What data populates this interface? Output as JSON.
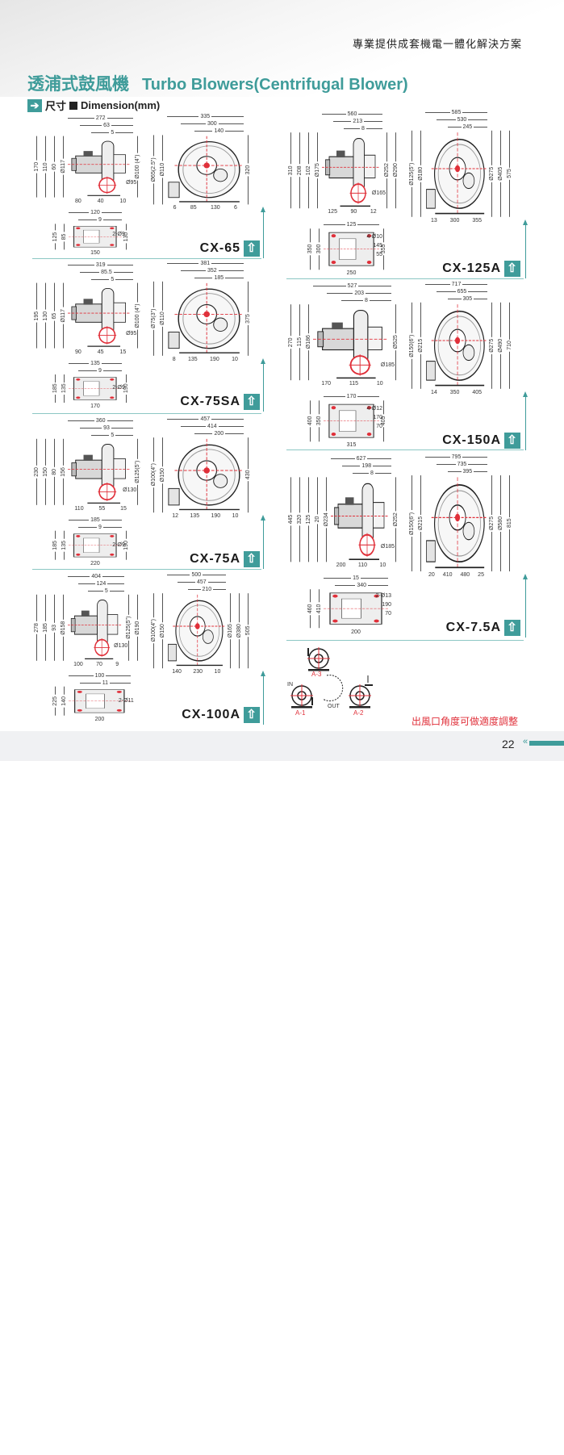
{
  "header": {
    "tagline": "專業提供成套機電一體化解決方案",
    "title_zh": "透浦式鼓風機",
    "title_en": "Turbo Blowers(Centrifugal Blower)",
    "section_zh": "尺寸",
    "section_en": "Dimension(mm)",
    "section_icon": "arrow-right-icon"
  },
  "colors": {
    "accent": "#3f9c9a",
    "marker": "#e0303a"
  },
  "models": [
    {
      "name": "CX-65",
      "side": {
        "top": [
          "272",
          "63",
          "5"
        ],
        "left": [
          "170",
          "110",
          "60",
          "Ø117"
        ],
        "right": [
          "Ø100 (4\")"
        ],
        "bottom": [
          "80",
          "40",
          "10"
        ],
        "callout": [
          "Ø95"
        ]
      },
      "front": {
        "top": [
          "335",
          "300",
          "140"
        ],
        "left": [
          "Ø65(2.5\")",
          "Ø110"
        ],
        "right": [
          "320"
        ],
        "bottom": [
          "6",
          "85",
          "130",
          "6"
        ],
        "callout": []
      },
      "base": {
        "top": [
          "120",
          "9"
        ],
        "left": [
          "125",
          "85"
        ],
        "right": [
          "130"
        ],
        "bottom": [
          "150"
        ],
        "callout": [
          "2-Ø9"
        ]
      }
    },
    {
      "name": "CX-75SA",
      "side": {
        "top": [
          "319",
          "85.5",
          "5"
        ],
        "left": [
          "195",
          "130",
          "65",
          "Ø117"
        ],
        "right": [
          "Ø100 (4\")"
        ],
        "bottom": [
          "90",
          "45",
          "15"
        ],
        "callout": [
          "Ø95"
        ]
      },
      "front": {
        "top": [
          "381",
          "352",
          "185"
        ],
        "left": [
          "Ø75(3\")",
          "Ø110"
        ],
        "right": [
          "375"
        ],
        "bottom": [
          "8",
          "135",
          "190",
          "10"
        ],
        "callout": []
      },
      "base": {
        "top": [
          "135",
          "9"
        ],
        "left": [
          "185",
          "135"
        ],
        "right": [
          "190"
        ],
        "bottom": [
          "170"
        ],
        "callout": [
          "2-Ø9"
        ]
      }
    },
    {
      "name": "CX-75A",
      "side": {
        "top": [
          "360",
          "93",
          "5"
        ],
        "left": [
          "230",
          "150",
          "80",
          "156"
        ],
        "right": [
          "Ø125(5\")"
        ],
        "bottom": [
          "110",
          "55",
          "15"
        ],
        "callout": [
          "Ø130"
        ]
      },
      "front": {
        "top": [
          "457",
          "414",
          "200"
        ],
        "left": [
          "Ø100(4\")",
          "Ø150"
        ],
        "right": [
          "430"
        ],
        "bottom": [
          "12",
          "135",
          "190",
          "10"
        ],
        "callout": []
      },
      "base": {
        "top": [
          "185",
          "9"
        ],
        "left": [
          "185",
          "135"
        ],
        "right": [
          "190"
        ],
        "bottom": [
          "220"
        ],
        "callout": [
          "2-Ø9"
        ]
      }
    },
    {
      "name": "CX-100A",
      "side": {
        "top": [
          "404",
          "124",
          "5"
        ],
        "left": [
          "278",
          "185",
          "93",
          "Ø158"
        ],
        "right": [
          "Ø125(5\")",
          "Ø190"
        ],
        "bottom": [
          "100",
          "70",
          "9"
        ],
        "callout": [
          "Ø130"
        ]
      },
      "front": {
        "top": [
          "500",
          "457",
          "210"
        ],
        "left": [
          "Ø100(4\")",
          "Ø150"
        ],
        "right": [
          "Ø165",
          "Ø380",
          "505"
        ],
        "bottom": [
          "140",
          "230",
          "10"
        ],
        "callout": []
      },
      "base": {
        "top": [
          "100",
          "11"
        ],
        "left": [
          "225",
          "140"
        ],
        "right": [],
        "bottom": [
          "200"
        ],
        "callout": [
          "2-Ø11"
        ]
      }
    },
    {
      "name": "CX-125A",
      "side": {
        "top": [
          "560",
          "213",
          "8"
        ],
        "left": [
          "310",
          "208",
          "102",
          "Ø175"
        ],
        "right": [
          "Ø252",
          "Ø290"
        ],
        "bottom": [
          "125",
          "90",
          "12"
        ],
        "callout": [
          "Ø165"
        ]
      },
      "front": {
        "top": [
          "585",
          "530",
          "245"
        ],
        "left": [
          "Ø125(5\")",
          "Ø180"
        ],
        "right": [
          "Ø275",
          "Ø405",
          "575"
        ],
        "bottom": [
          "13",
          "300",
          "355"
        ],
        "callout": []
      },
      "base": {
        "top": [
          "125"
        ],
        "left": [
          "350",
          "300"
        ],
        "right": [
          "355"
        ],
        "bottom": [
          "250"
        ],
        "callout": [
          "4-Ø10",
          "145",
          "55"
        ]
      }
    },
    {
      "name": "CX-150A",
      "side": {
        "top": [
          "527",
          "203",
          "8"
        ],
        "left": [
          "270",
          "115",
          "Ø186"
        ],
        "right": [
          "Ø525"
        ],
        "bottom": [
          "170",
          "115",
          "10"
        ],
        "callout": [
          "Ø185"
        ]
      },
      "front": {
        "top": [
          "717",
          "655",
          "305"
        ],
        "left": [
          "Ø150(6\")",
          "Ø215"
        ],
        "right": [
          "Ø275",
          "Ø490",
          "710"
        ],
        "bottom": [
          "14",
          "350",
          "405"
        ],
        "callout": []
      },
      "base": {
        "top": [
          "170"
        ],
        "left": [
          "400",
          "350"
        ],
        "right": [
          "405"
        ],
        "bottom": [
          "315"
        ],
        "callout": [
          "4-Ø12",
          "170",
          "70"
        ]
      }
    },
    {
      "name": "CX-7.5A",
      "side": {
        "top": [
          "627",
          "198",
          "8"
        ],
        "left": [
          "445",
          "320",
          "125",
          "20",
          "Ø234"
        ],
        "right": [
          "Ø252"
        ],
        "bottom": [
          "200",
          "110",
          "10"
        ],
        "callout": [
          "Ø185"
        ]
      },
      "front": {
        "top": [
          "795",
          "735",
          "395"
        ],
        "left": [
          "Ø150(6\")",
          "Ø215"
        ],
        "right": [
          "Ø275",
          "Ø580",
          "815"
        ],
        "bottom": [
          "20",
          "410",
          "480",
          "25"
        ],
        "callout": []
      },
      "base": {
        "top": [
          "15",
          "340"
        ],
        "left": [
          "460",
          "410"
        ],
        "right": [],
        "bottom": [
          "200"
        ],
        "callout": [
          "2-Ø13",
          "190",
          "70"
        ]
      }
    }
  ],
  "orientation_legend": {
    "a1": "A-1",
    "a2": "A-2",
    "a3": "A-3",
    "in": "IN",
    "out": "OUT"
  },
  "note": "出風口角度可做適度調整",
  "page_number": "22"
}
